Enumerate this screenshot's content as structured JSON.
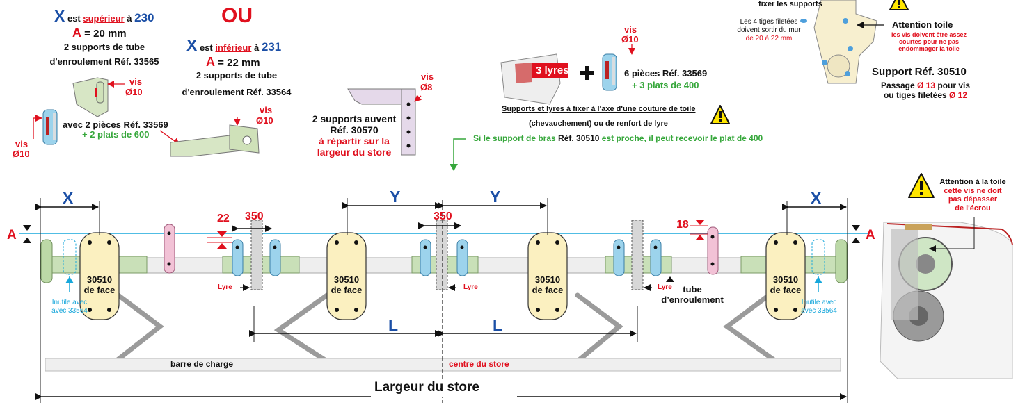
{
  "top_left": {
    "x_label": "X",
    "est": "est",
    "superieur": "supérieur",
    "a_word": "à",
    "val_230": "230",
    "a_label": "A",
    "a_eq_20": "= 20 mm",
    "supports_line1": "2 supports de tube",
    "supports_line2": "d'enroulement Réf. 33565",
    "vis": "vis",
    "d10": "Ø10",
    "pieces": "avec 2 pièces Réf. 33569",
    "plats": "+ 2 plats de 600"
  },
  "ou": "OU",
  "top_mid": {
    "x_label": "X",
    "est": "est",
    "inferieur": "inférieur",
    "a_word": "à",
    "val_231": "231",
    "a_label": "A",
    "a_eq_22": "= 22 mm",
    "supports_line1": "2 supports de tube",
    "supports_line2": "d'enroulement Réf. 33564",
    "vis": "vis",
    "d10": "Ø10"
  },
  "auvent": {
    "line1": "2 supports auvent",
    "line2": "Réf. 30570",
    "line3": "à répartir sur la",
    "line4": "largeur du store",
    "vis": "vis",
    "d8": "Ø8"
  },
  "lyres": {
    "count": "3 lyres",
    "plus": "+",
    "vis": "vis",
    "d10": "Ø10",
    "pieces": "6 pièces Réf. 33569",
    "plats": "+ 3 plats de 400",
    "note1": "Supports et lyres à fixer à l'axe d'une couture de toile",
    "note2": "(chevauchement) ou de renfort de lyre",
    "bras_a": "Si le support de bras",
    "bras_b": "Réf. 30510",
    "bras_c": "est proche, il peut recevoir le plat de 400"
  },
  "top_right": {
    "fixer": "fixer les supports",
    "tiges1": "Les 4 tiges filetées",
    "tiges2": "doivent sortir du mur",
    "tiges3": "de 20 à 22 mm",
    "att": "Attention toile",
    "att1": "les vis doivent être assez",
    "att2": "courtes pour ne pas",
    "att3": "endommager la toile",
    "support": "Support Réf. 30510",
    "passage_a": "Passage",
    "passage_b": "Ø 13",
    "passage_c": "pour vis",
    "passage_d": "ou tiges filetées",
    "passage_e": "Ø 12"
  },
  "right_note": {
    "line1": "Attention à la toile",
    "line2": "cette vis ne doit",
    "line3": "pas dépasser",
    "line4": "de l'écrou"
  },
  "dims": {
    "x": "X",
    "y": "Y",
    "l": "L",
    "a": "A",
    "d22": "22",
    "d350": "350",
    "d18": "18"
  },
  "main": {
    "face1": "30510",
    "face2": "de face",
    "lyre": "Lyre",
    "tube1": "tube",
    "tube2": "d’enroulement",
    "inutile1": "Inutile avec",
    "inutile2": "avec 33564",
    "barre": "barre de charge",
    "centre": "centre du store",
    "largeur": "Largeur du store"
  },
  "colors": {
    "red": "#e0101e",
    "blue": "#1b4fa6",
    "green": "#36a73b",
    "cyan": "#17a7db",
    "warning": "#ffe600",
    "face_card": "#fbf0c0",
    "lyre_blue": "#9cd3ec",
    "pink": "#f2c2d6",
    "end_green": "#bcd9a7"
  }
}
